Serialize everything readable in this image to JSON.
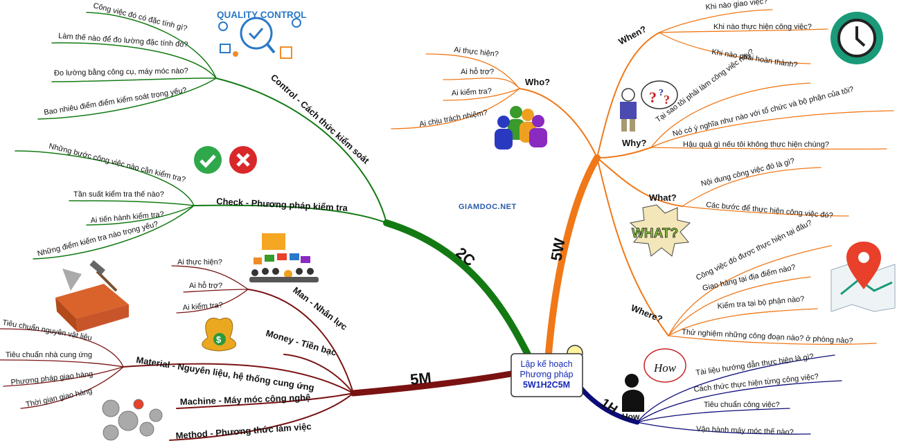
{
  "center": {
    "line1": "Lập kế hoạch",
    "line2": "Phương pháp",
    "line3": "5W1H2C5M"
  },
  "watermark": "GIAMDOC.NET",
  "branches": {
    "c2": "2C",
    "w5": "5W",
    "h1": "1H",
    "m5": "5M"
  },
  "control": {
    "label": "Control - Cách thức kiểm soát",
    "graphic_title": "QUALITY CONTROL",
    "items": [
      "Công việc đó có đặc tính gì?",
      "Làm thế nào để đo lường đặc tính đó?",
      "Đo lường bằng công cụ, máy móc nào?",
      "Bao nhiêu điểm điểm kiểm soát trọng yếu?"
    ]
  },
  "check": {
    "label": "Check - Phương pháp kiểm tra",
    "items": [
      "Những bước công việc nào cần kiểm tra?",
      "Tần suất kiểm tra thế nào?",
      "Ai tiến hành kiểm tra?",
      "Những điểm kiểm tra nào trọng yếu?"
    ]
  },
  "man": {
    "label": "Man - Nhân lực",
    "items": [
      "Ai thực hiện?",
      "Ai hỗ trợ?",
      "Ai kiểm tra?"
    ]
  },
  "money": {
    "label": "Money - Tiền bạc"
  },
  "material": {
    "label": "Material - Nguyên liệu, hệ thống cung ứng",
    "items": [
      "Tiêu chuẩn nguyên vật liệu",
      "Tiêu chuẩn nhà cung ứng",
      "Phương pháp giao hàng",
      "Thời gian giao hàng"
    ]
  },
  "machine": {
    "label": "Machine - Máy móc công nghệ"
  },
  "method": {
    "label": "Method - Phương thức làm việc"
  },
  "who": {
    "label": "Who?",
    "items": [
      "Ai thực hiện?",
      "Ai hỗ trợ?",
      "Ai kiểm tra?",
      "Ai chịu trách nhiệm?"
    ]
  },
  "when": {
    "label": "When?",
    "items": [
      "Khi nào giao việc?",
      "Khi nào thực hiện công việc?",
      "Khi nào phải hoàn thành?"
    ]
  },
  "why": {
    "label": "Why?",
    "items": [
      "Tại sao tôi phải làm công việc này?",
      "Nó có ý nghĩa như nào với tổ chức và bộ phận của tôi?",
      "Hậu quả gì nếu tôi không thực hiện chúng?"
    ]
  },
  "what": {
    "label": "What?",
    "graphic": "WHAT?",
    "items": [
      "Nội dung công việc đó là gì?",
      "Các bước để thực hiện công việc đó?"
    ]
  },
  "where": {
    "label": "Where?",
    "items": [
      "Công việc đó được thực hiện tại đâu?",
      "Giao hàng tại địa điểm nào?",
      "Kiểm tra tại bộ phận nào?",
      "Thử nghiệm những công đoạn nào? ở phòng nào?"
    ]
  },
  "how": {
    "label": "How",
    "bubble": "How",
    "items": [
      "Tài liệu hướng dẫn thực hiện là gì?",
      "Cách thức thực hiện từng công việc?",
      "Tiêu chuẩn công việc?",
      "Vận hành máy móc thế nào?"
    ]
  },
  "colors": {
    "c2": "#137a13",
    "w5": "#f07818",
    "h1": "#0c0c7a",
    "m5": "#7a1212",
    "center_text": "#1428b4"
  }
}
